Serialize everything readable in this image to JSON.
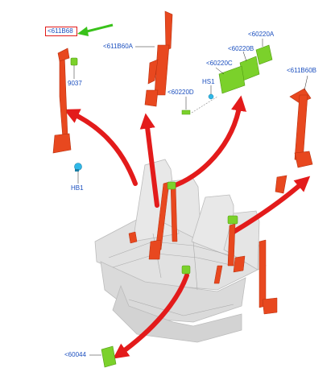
{
  "diagram": {
    "colors": {
      "belt": "#e8481f",
      "belt_dark": "#b8300f",
      "arrow": "#e31b1b",
      "clip_green": "#7bd12b",
      "anchor_blue": "#2fb8e8",
      "label_blue": "#1b4fbf",
      "pointer_green": "#39c21a",
      "seat_gray": "#d9d9d9"
    },
    "labels": {
      "part_611B68": "<611B68",
      "part_611B60A": "<611B60A",
      "part_9037": "9037",
      "part_HB1": "HB1",
      "part_60220D": "<60220D",
      "part_HS1": "HS1",
      "part_60220C": "<60220C",
      "part_60220B": "<60220B",
      "part_60220A": "<60220A",
      "part_611B60B": "<611B60B",
      "part_60044": "<60044"
    }
  }
}
